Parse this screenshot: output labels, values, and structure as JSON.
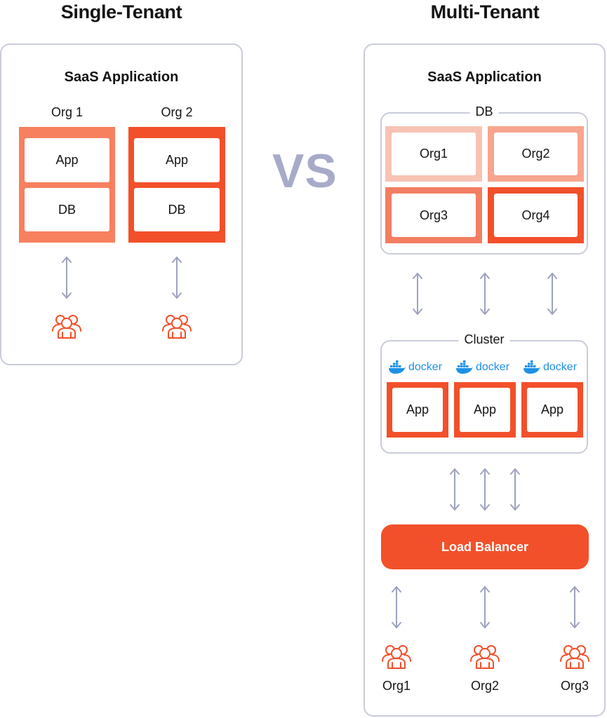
{
  "single": {
    "heading": "Single-Tenant",
    "panel_title": "SaaS Application",
    "orgs": [
      {
        "label": "Org 1",
        "app": "App",
        "db": "DB",
        "color": "#f7805f"
      },
      {
        "label": "Org 2",
        "app": "App",
        "db": "DB",
        "color": "#f2502a"
      }
    ]
  },
  "vs": "VS",
  "multi": {
    "heading": "Multi-Tenant",
    "panel_title": "SaaS Application",
    "db_label": "DB",
    "db_orgs": [
      {
        "label": "Org1",
        "color": "#f8c3b4"
      },
      {
        "label": "Org2",
        "color": "#f7a58f"
      },
      {
        "label": "Org3",
        "color": "#f37e62"
      },
      {
        "label": "Org4",
        "color": "#f2502a"
      }
    ],
    "cluster_label": "Cluster",
    "docker_text": "docker",
    "apps": [
      "App",
      "App",
      "App"
    ],
    "load_balancer": "Load Balancer",
    "users": [
      "Org1",
      "Org2",
      "Org3"
    ]
  },
  "colors": {
    "accent": "#f2502a",
    "border": "#c9ccda",
    "arrow": "#9da2bf",
    "docker": "#1d91e6"
  },
  "icons": {
    "users": "users-group-icon",
    "docker": "docker-whale-icon",
    "arrows": "bidirectional-arrow-icon"
  }
}
